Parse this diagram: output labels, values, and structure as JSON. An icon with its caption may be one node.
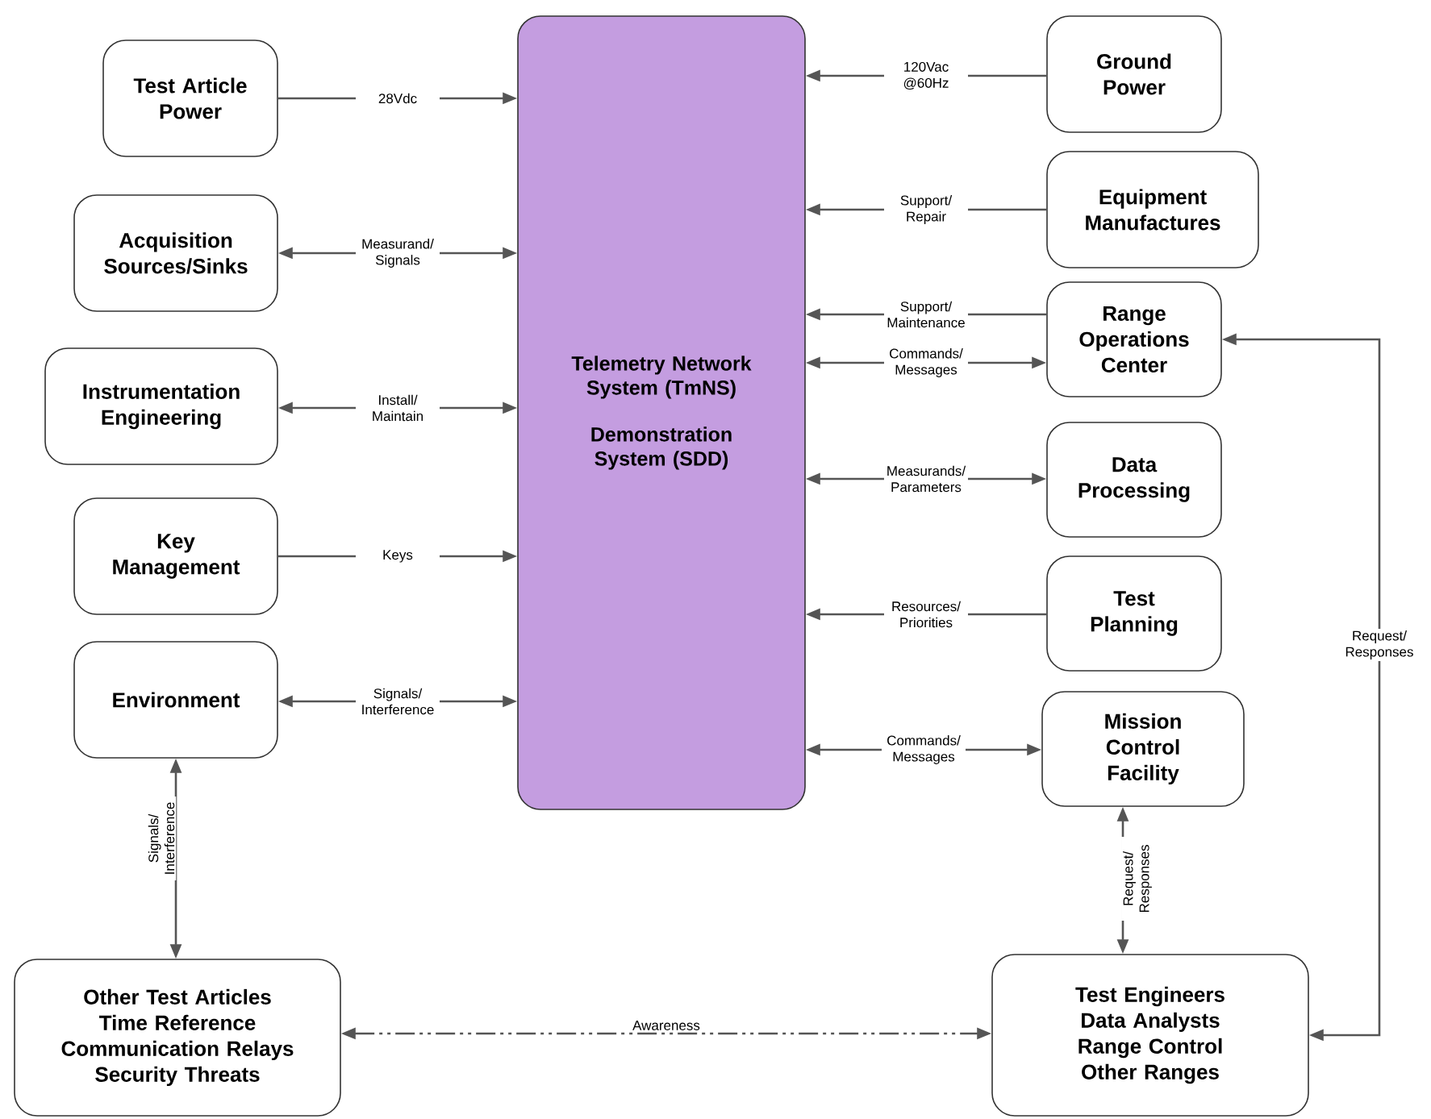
{
  "diagram": {
    "nodes": [
      {
        "text": [
          "Telemetry Network System (TmNS)",
          "Demonstration System (SDD)"
        ]
      },
      {
        "text": [
          "Test Article Power"
        ]
      },
      {
        "text": [
          "Acquisition Sources/Sinks"
        ]
      },
      {
        "text": [
          "Instrumentation Engineering"
        ]
      },
      {
        "text": [
          "Key Management"
        ]
      },
      {
        "text": [
          "Environment"
        ]
      },
      {
        "text": [
          "Ground Power"
        ]
      },
      {
        "text": [
          "Equipment Manufactures"
        ]
      },
      {
        "text": [
          "Range Operations Center"
        ]
      },
      {
        "text": [
          "Data Processing"
        ]
      },
      {
        "text": [
          "Test Planning"
        ]
      },
      {
        "text": [
          "Mission Control Facility"
        ]
      },
      {
        "text": [
          "Other Test Articles",
          "Time Reference",
          "Communication Relays",
          "Security Threats"
        ]
      },
      {
        "text": [
          "Test Engineers",
          "Data Analysts",
          "Range Control",
          "Other Ranges"
        ]
      }
    ],
    "edges": [
      {
        "from": 1,
        "to": 0,
        "arrow": "to",
        "label": "28Vdc"
      },
      {
        "from": 2,
        "to": 0,
        "arrow": "both",
        "label": "Measurand/ Signals"
      },
      {
        "from": 3,
        "to": 0,
        "arrow": "both",
        "label": "Install/ Maintain"
      },
      {
        "from": 4,
        "to": 0,
        "arrow": "to",
        "label": "Keys"
      },
      {
        "from": 5,
        "to": 0,
        "arrow": "both",
        "label": "Signals/ Interference"
      },
      {
        "from": 6,
        "to": 0,
        "arrow": "to",
        "label": "120Vac @60Hz"
      },
      {
        "from": 7,
        "to": 0,
        "arrow": "to",
        "label": "Support/ Repair"
      },
      {
        "from": 8,
        "to": 0,
        "arrow": "to",
        "label": "Support/ Maintenance"
      },
      {
        "from": 0,
        "to": 8,
        "arrow": "both",
        "label": "Commands/ Messages"
      },
      {
        "from": 0,
        "to": 9,
        "arrow": "both",
        "label": "Measurands/ Parameters"
      },
      {
        "from": 10,
        "to": 0,
        "arrow": "to",
        "label": "Resources/ Priorities"
      },
      {
        "from": 0,
        "to": 11,
        "arrow": "both",
        "label": "Commands/ Messages"
      },
      {
        "from": 5,
        "to": 12,
        "arrow": "both",
        "label": "Signals/ Interference"
      },
      {
        "from": 11,
        "to": 13,
        "arrow": "both",
        "label": "Request/ Responses"
      },
      {
        "from": 13,
        "to": 8,
        "arrow": "both",
        "label": "Request/ Responses"
      },
      {
        "from": 12,
        "to": 13,
        "arrow": "both",
        "label": "Awareness",
        "style": "dashed"
      }
    ]
  }
}
